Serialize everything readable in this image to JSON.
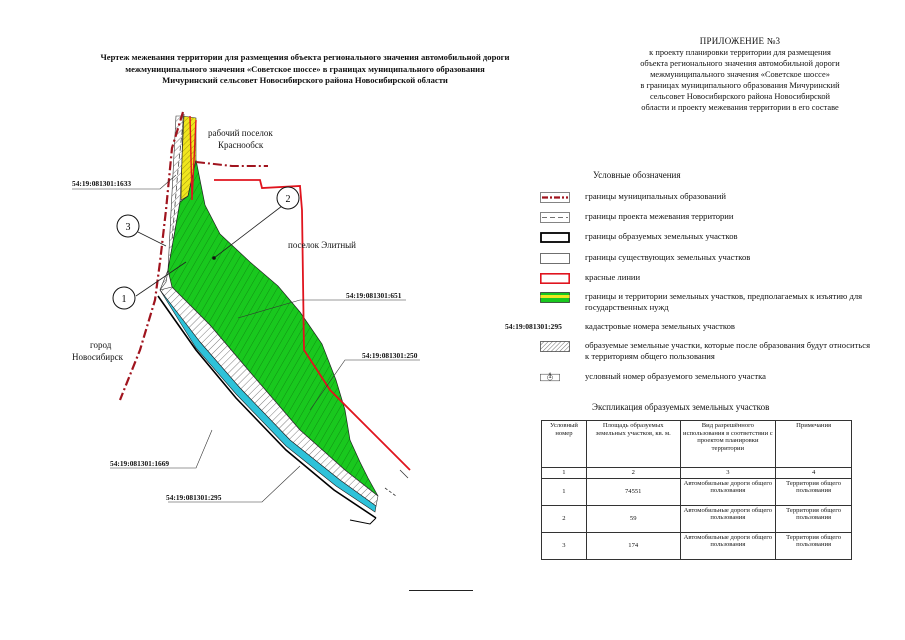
{
  "title_lines": [
    "Чертеж межевания территории для размещения объекта регионального значения автомобильной дороги",
    "межмуниципального значения «Советское шоссе» в границах муниципального образования",
    "Мичуринский сельсовет Новосибирского района Новосибирской области"
  ],
  "appendix": {
    "heading": "ПРИЛОЖЕНИЕ №3",
    "lines": [
      "к проекту планировки территории для размещения",
      "объекта регионального значения автомобильной дороги",
      "межмуниципального значения «Советское шоссе»",
      "в границах муниципального образования Мичуринский",
      "сельсовет Новосибирского района Новосибирской",
      "области и проекту межевания территории в его составе"
    ]
  },
  "map": {
    "places": {
      "krasnoobsk_1": "рабочий поселок",
      "krasnoobsk_2": "Краснообск",
      "elitny": "поселок Элитный",
      "novosibirsk_1": "город",
      "novosibirsk_2": "Новосибирск"
    },
    "cadastral": {
      "c1633": "54:19:081301:1633",
      "c651": "54:19:081301:651",
      "c250": "54:19:081301:250",
      "c1669": "54:19:081301:1669",
      "c295": "54:19:081301:295"
    },
    "markers": {
      "m1": "1",
      "m2": "2",
      "m3": "3"
    },
    "colors": {
      "municipal_border": "#a0141e",
      "red_line": "#e0141e",
      "green_fill": "#19c81e",
      "yellow_fill": "#f0e61e",
      "cyan_strip": "#2ec2d9"
    }
  },
  "legend": {
    "title": "Условные обозначения",
    "items": [
      {
        "icon": "municipal-border-icon",
        "text": "границы муниципальных образований"
      },
      {
        "icon": "survey-border-icon",
        "text": "границы проекта межевания территории"
      },
      {
        "icon": "formed-parcel-border-icon",
        "text": "границы образуемых земельных участков"
      },
      {
        "icon": "existing-parcel-border-icon",
        "text": "границы существующих земельных участков"
      },
      {
        "icon": "red-line-icon",
        "text": "красные линии"
      },
      {
        "icon": "state-needs-area-icon",
        "text": "границы и территории земельных участков, предполагаемых к изъятию для государственных нужд"
      },
      {
        "icon": "cadastral-number-example",
        "code": "54:19:081301:295",
        "text": "кадастровые номера земельных участков"
      },
      {
        "icon": "hatched-parcel-icon",
        "text": "образуемые земельные участки, которые после образования будут относиться к территориям общего пользования"
      },
      {
        "icon": "parcel-number-icon",
        "num": "1",
        "text": "условный номер образуемого земельного участка"
      }
    ]
  },
  "explication": {
    "title": "Экспликация образуемых земельных участков",
    "headers": [
      "Условный номер",
      "Площадь образуемых земельных участков, кв. м.",
      "Вид разрешённого использования в соответствии с проектом планировки территории",
      "Примечания"
    ],
    "col_numbers": [
      "1",
      "2",
      "3",
      "4"
    ],
    "rows": [
      [
        "1",
        "74551",
        "Автомобильные дороги общего пользования",
        "Территория общего пользования"
      ],
      [
        "2",
        "59",
        "Автомобильные дороги общего пользования",
        "Территория общего пользования"
      ],
      [
        "3",
        "174",
        "Автомобильные дороги общего пользования",
        "Территория общего пользования"
      ]
    ]
  }
}
